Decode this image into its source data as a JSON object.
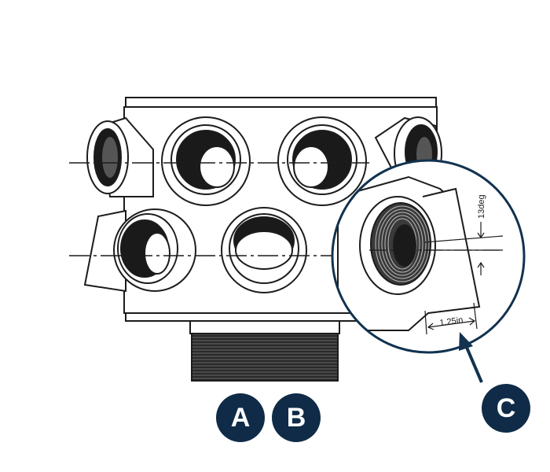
{
  "colors": {
    "badge": "#0f2b47",
    "line": "#1c1c1c",
    "callout": "#12324f"
  },
  "badges": {
    "a": "A",
    "b": "B",
    "c": "C"
  },
  "dimensions": {
    "angle": "13deg",
    "length": "1.25in"
  }
}
